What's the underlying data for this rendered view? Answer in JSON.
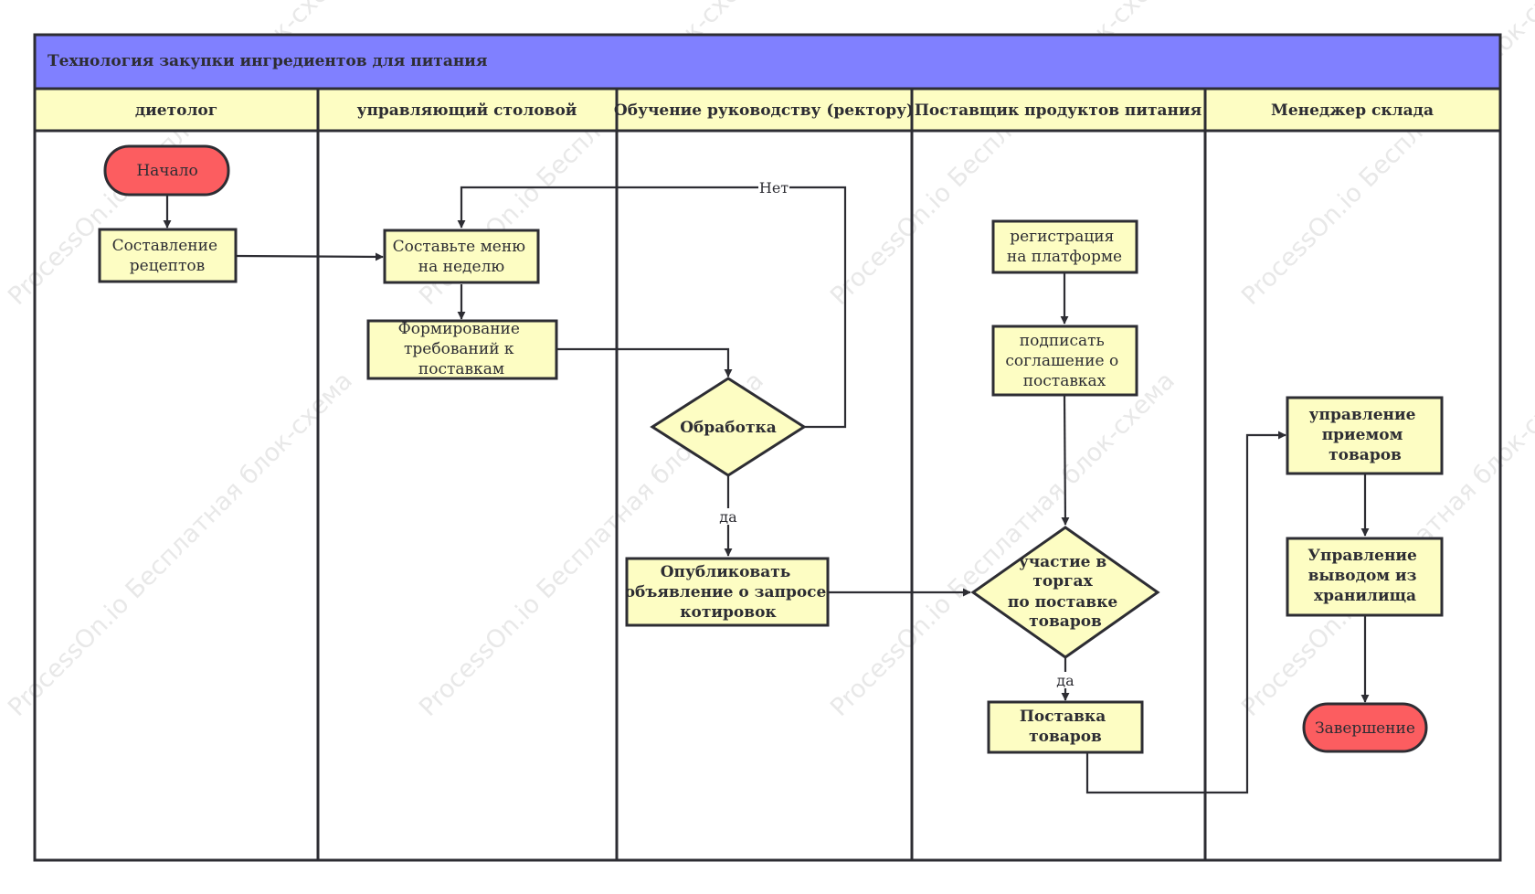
{
  "title": "Технология закупки ингредиентов для питания",
  "lanes": [
    {
      "id": "lane-dietolog",
      "label": "диетолог"
    },
    {
      "id": "lane-manager-canteen",
      "label": "управляющий столовой"
    },
    {
      "id": "lane-rector",
      "label": "Обучение руководству (ректору)"
    },
    {
      "id": "lane-supplier",
      "label": "Поставщик продуктов питания"
    },
    {
      "id": "lane-warehouse",
      "label": "Менеджер склада"
    }
  ],
  "nodes": [
    {
      "id": "start",
      "kind": "terminal",
      "lines": [
        "Начало"
      ]
    },
    {
      "id": "recipes",
      "kind": "process",
      "lines": [
        "Составление",
        "рецептов"
      ]
    },
    {
      "id": "weekly-menu",
      "kind": "process",
      "lines": [
        "Составьте меню",
        "на неделю"
      ]
    },
    {
      "id": "supply-reqs",
      "kind": "process",
      "lines": [
        "Формирование",
        "требований к",
        "поставкам"
      ]
    },
    {
      "id": "processing",
      "kind": "decision",
      "bold": true,
      "lines": [
        "Обработка"
      ]
    },
    {
      "id": "publish-rfq",
      "kind": "process",
      "bold": true,
      "lines": [
        "Опубликовать",
        "объявление о запросе",
        "котировок"
      ]
    },
    {
      "id": "register",
      "kind": "process",
      "lines": [
        "регистрация",
        "на платформе"
      ]
    },
    {
      "id": "sign-agreement",
      "kind": "process",
      "lines": [
        "подписать",
        "соглашение о",
        "поставках"
      ]
    },
    {
      "id": "tender",
      "kind": "decision",
      "bold": true,
      "lines": [
        "участие в",
        "торгах",
        "по поставке",
        "товаров"
      ]
    },
    {
      "id": "delivery",
      "kind": "process",
      "bold": true,
      "lines": [
        "Поставка",
        "товаров"
      ]
    },
    {
      "id": "receiving",
      "kind": "process",
      "bold": true,
      "lines": [
        "управление",
        "приемом",
        "товаров"
      ]
    },
    {
      "id": "withdrawal",
      "kind": "process",
      "bold": true,
      "lines": [
        "Управление",
        "выводом из",
        "хранилища"
      ]
    },
    {
      "id": "end",
      "kind": "terminal",
      "lines": [
        "Завершение"
      ]
    }
  ],
  "edge_labels": {
    "no": "Нет",
    "yes_processing": "да",
    "yes_tender": "да"
  },
  "watermark": {
    "text": "ProcessOn.io Бесплатная блок-схема"
  },
  "colors": {
    "title_bar": "#8080ff",
    "lane_header": "#fdfdc3",
    "node_fill": "#fdfdc3",
    "terminal_fill": "#fc5d60",
    "stroke": "#2d2d33"
  }
}
